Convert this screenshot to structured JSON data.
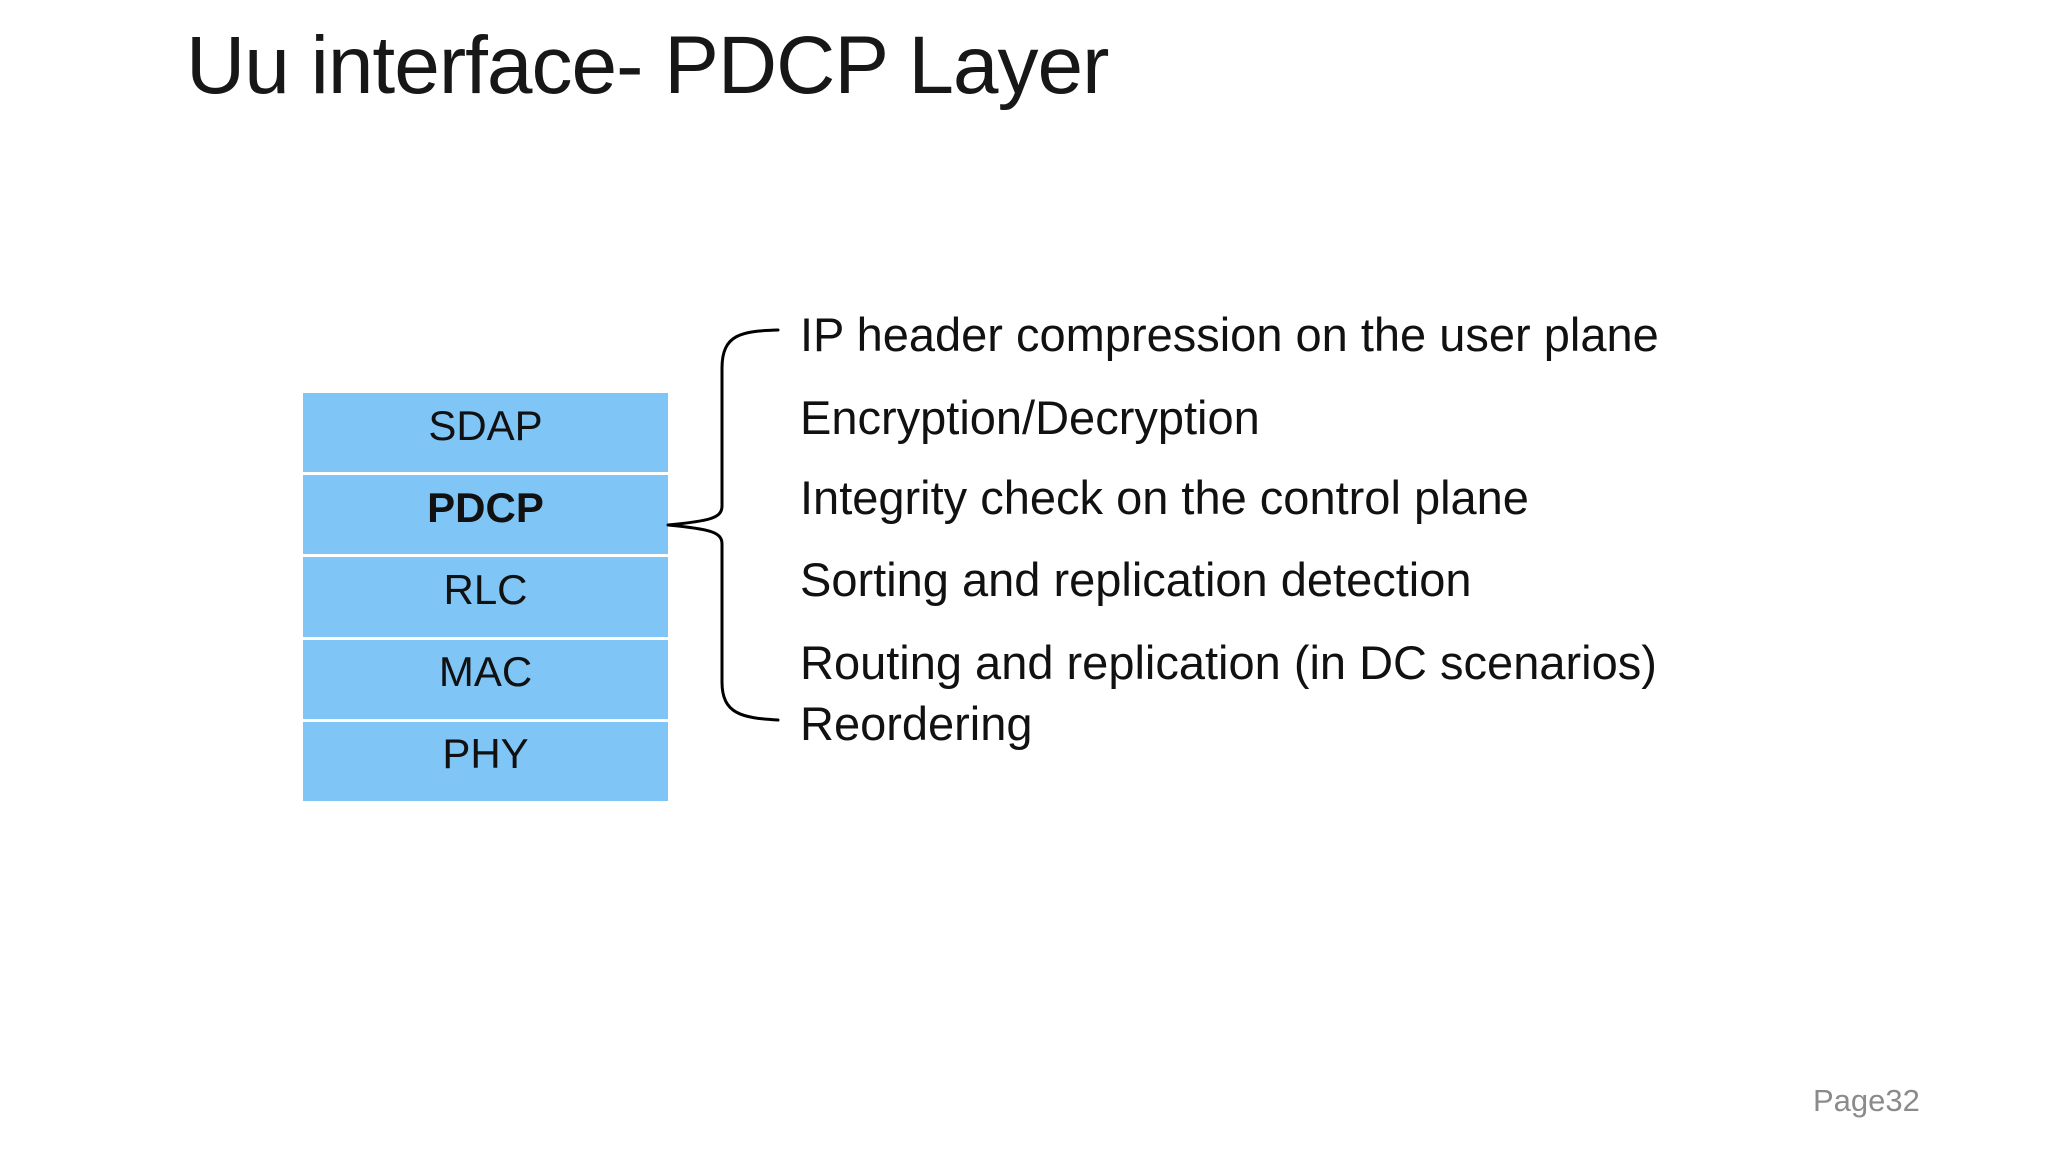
{
  "slide": {
    "title": "Uu interface- PDCP Layer",
    "page_label": "Page32"
  },
  "stack": {
    "layers": [
      {
        "label": "SDAP",
        "emphasized": false
      },
      {
        "label": "PDCP",
        "emphasized": true
      },
      {
        "label": "RLC",
        "emphasized": false
      },
      {
        "label": "MAC",
        "emphasized": false
      },
      {
        "label": "PHY",
        "emphasized": false
      }
    ]
  },
  "functions": {
    "items": [
      "IP header compression on the user plane",
      "Encryption/Decryption",
      "Integrity check on the control plane",
      "Sorting and replication detection",
      "Routing and replication (in DC scenarios)",
      "Reordering"
    ]
  },
  "colors": {
    "background": "#FFFFFF",
    "layer_fill": "#7FC5F6",
    "text": "#111111",
    "title_text": "#171717",
    "brace_stroke": "#000000",
    "page_label_text": "#8B8B8B"
  }
}
